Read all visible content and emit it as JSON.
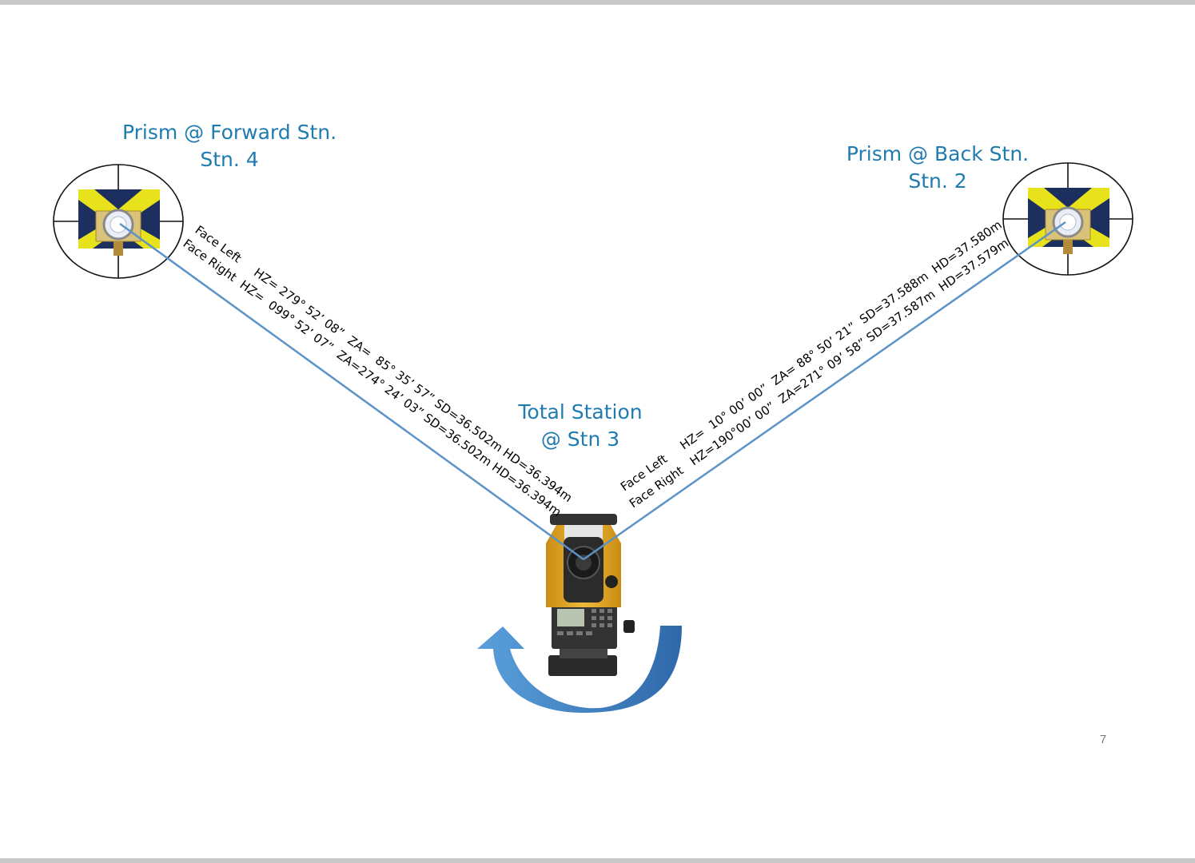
{
  "forward_prism": {
    "title_line1": "Prism @ Forward Stn.",
    "title_line2": "Stn. 4",
    "face_left": "Face Left     HZ= 279° 52’ 08”  ZA=  85° 35’ 57” SD=36.502m HD=36.394m",
    "face_right": "Face Right  HZ=  099° 52’ 07”  ZA=274° 24’ 03” SD=36.502m HD=36.394m"
  },
  "back_prism": {
    "title_line1": "Prism @ Back Stn.",
    "title_line2": "Stn. 2",
    "face_left": "Face Left     HZ=  10° 00’ 00”  ZA= 88° 50’ 21”  SD=37.588m  HD=37.580m",
    "face_right": "Face Right   HZ=190°00’ 00”  ZA=271° 09’ 58” SD=37.587m  HD=37.579m"
  },
  "total_station": {
    "title_line1": "Total Station",
    "title_line2": "@ Stn 3"
  },
  "page_number": "7",
  "colors": {
    "title": "#1f7bb0",
    "sight_line": "#5b93c7",
    "arrow": "#3d7cc0",
    "instrument_body": "#e0a526",
    "prism_yellow": "#e8e21c",
    "prism_navy": "#1d2f5e"
  },
  "icons": [
    "prism-target-icon",
    "total-station-icon",
    "rotation-arrow-icon",
    "crosshair-icon"
  ]
}
